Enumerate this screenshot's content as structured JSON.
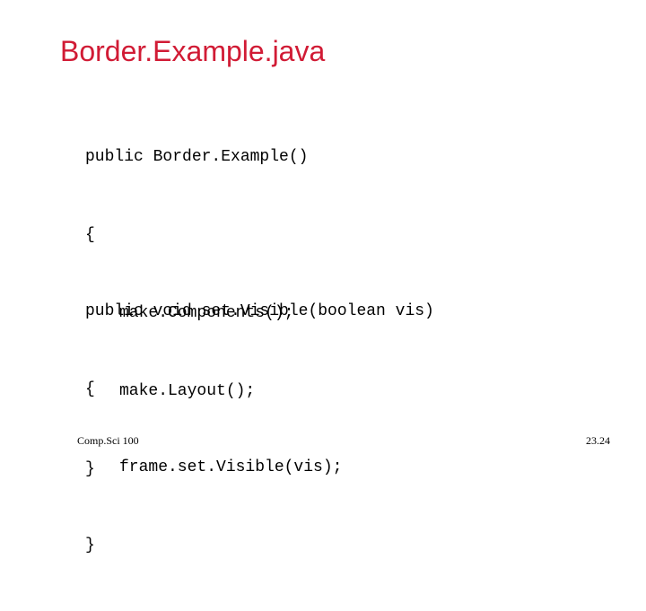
{
  "slide": {
    "title": "Border.Example.java",
    "code_blocks": [
      {
        "lines": [
          "public Border.Example()",
          "{",
          "make.Components();",
          "make.Layout();",
          "}"
        ]
      },
      {
        "lines": [
          "public void set.Visible(boolean vis)",
          "{",
          "frame.set.Visible(vis);",
          "}"
        ]
      }
    ],
    "footer": {
      "course": "Comp.Sci 100",
      "page_number": "23.24"
    },
    "colors": {
      "title": "#d11b35",
      "text": "#000000",
      "background": "#ffffff"
    }
  }
}
